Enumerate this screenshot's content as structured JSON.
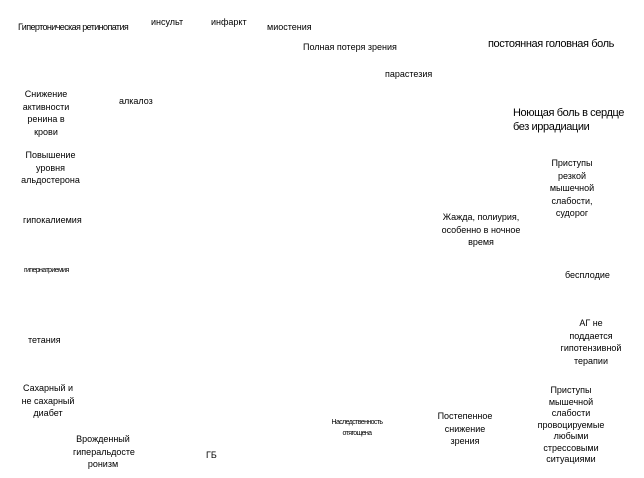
{
  "labels": {
    "hypertensive_retinopathy": "Гипертоническая ретинопатия",
    "stroke": "инсульт",
    "infarction": "инфаркт",
    "myasthenia": "миостения",
    "vision_loss": "Полная потеря зрения",
    "headache": "постоянная головная боль",
    "paresthesia": "парастезия",
    "renin": "Снижение активности ренина в крови",
    "alkalosis": "алкалоз",
    "heart_pain": "Ноющая боль в сердце без иррадиации",
    "aldosterone": "Повышение уровня альдостерона",
    "muscle_weakness_attacks": "Приступы резкой мышечной слабости, судорог",
    "hypokalemia": "гипокалиемия",
    "thirst": "Жажда, полиурия, особенно в ночное время",
    "hypernatremia": "гипернатриемия",
    "infertility": "бесплодие",
    "tetany": "тетания",
    "ag_therapy": "АГ не поддается гипотензивной терапии",
    "diabetes": "Сахарный и не сахарный диабет",
    "congenital": "Врожденный гиперальдосте ронизм",
    "gb": "ГБ",
    "heredity": "Наследственность отягощена",
    "gradual_vision": "Постепенное снижение зрения",
    "stress_attacks": "Приступы мышечной слабости провоцируемые любыми стрессовыми ситуациями"
  }
}
